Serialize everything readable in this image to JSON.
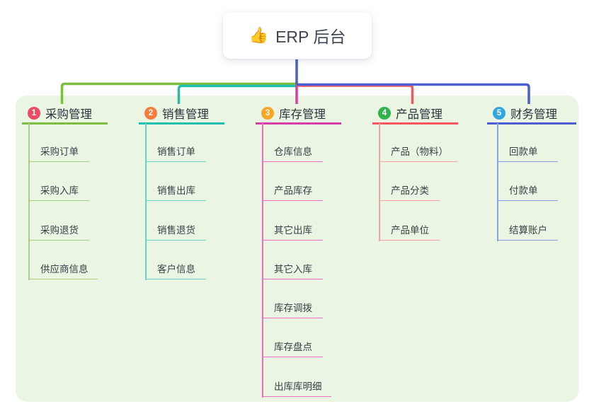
{
  "root": {
    "icon": "👍",
    "label": "ERP 后台"
  },
  "colors": {
    "canvas_bg": "#FFFFFF",
    "panel_bg": "#EAF6E3",
    "stem": "#4A5ED2",
    "root_text": "#3D4350",
    "heading_text": "#2E333D",
    "child_text": "#3A3F46"
  },
  "branches": [
    {
      "badge": "1",
      "label": "采购管理",
      "badge_color": "#EF4A63",
      "line_color": "#7CBF3F",
      "light_color": "#A8D482",
      "children": [
        "采购订单",
        "采购入库",
        "采购退货",
        "供应商信息"
      ]
    },
    {
      "badge": "2",
      "label": "销售管理",
      "badge_color": "#F57C3E",
      "line_color": "#1EBFAE",
      "light_color": "#6FD0C5",
      "children": [
        "销售订单",
        "销售出库",
        "销售退货",
        "客户信息"
      ]
    },
    {
      "badge": "3",
      "label": "库存管理",
      "badge_color": "#F7A628",
      "line_color": "#D83CA6",
      "light_color": "#EE6FBF",
      "children": [
        "仓库信息",
        "产品库存",
        "其它出库",
        "其它入库",
        "库存调拨",
        "库存盘点",
        "出库库明细"
      ]
    },
    {
      "badge": "4",
      "label": "产品管理",
      "badge_color": "#32B34B",
      "line_color": "#F5555C",
      "light_color": "#F9A3A5",
      "children": [
        "产品（物料）",
        "产品分类",
        "产品单位"
      ]
    },
    {
      "badge": "5",
      "label": "财务管理",
      "badge_color": "#33A6E0",
      "line_color": "#4A5ED2",
      "light_color": "#8BA0DF",
      "children": [
        "回款单",
        "付款单",
        "结算账户"
      ]
    }
  ]
}
